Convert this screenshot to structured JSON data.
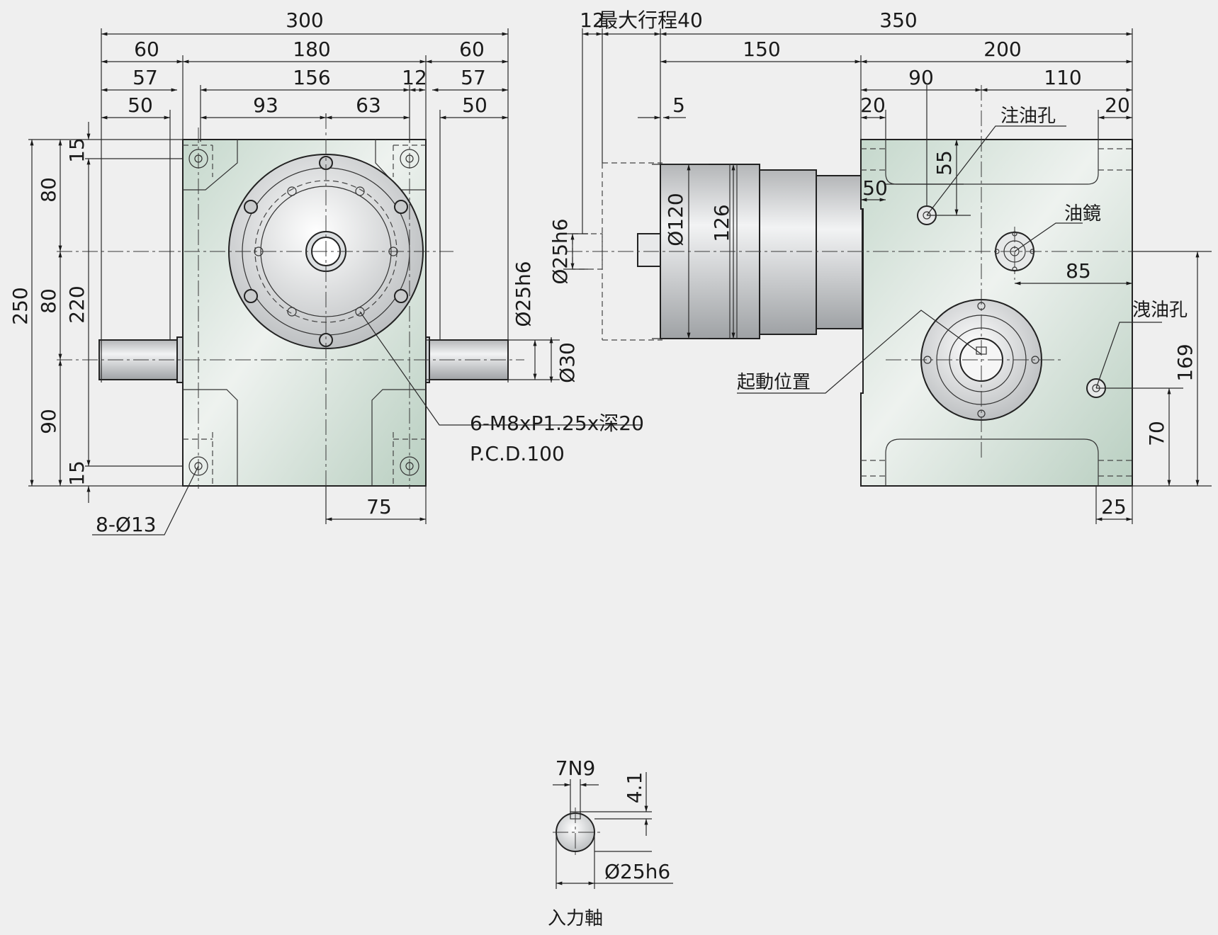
{
  "front_view": {
    "width_dims": {
      "total": "300",
      "side_left": "60",
      "middle": "180",
      "side_right": "60",
      "inner_left": "57",
      "inner_middle": "156",
      "inner_gap": "12",
      "inner_right": "57",
      "shaft_left": "50",
      "offset_left": "93",
      "offset_right": "63",
      "shaft_right": "50"
    },
    "height_dims": {
      "total": "250",
      "lower_span": "220",
      "top_hole": "15",
      "upper": "80",
      "middle": "80",
      "lower": "90",
      "bottom_hole": "15"
    },
    "shaft_dia": "Ø25h6",
    "shaft_od": "Ø30",
    "bottom_offset": "75",
    "mount_holes": "8-Ø13",
    "tap_holes_line1": "6-M8xP1.25x深20",
    "tap_holes_line2": "P.C.D.100"
  },
  "side_view": {
    "top_dims": {
      "key_gap": "12",
      "stroke": "最大行程40",
      "total": "350",
      "flange": "150",
      "body": "200",
      "left_part": "90",
      "right_part": "110",
      "margin_left": "20",
      "margin_right": "20",
      "flange_step": "5"
    },
    "labels": {
      "oil_fill": "注油孔",
      "oil_sight": "油鏡",
      "oil_drain": "洩油孔",
      "start_pos": "起動位置"
    },
    "dims": {
      "flange_dia": "Ø120",
      "flange_h": "126",
      "shaft": "Ø25h6",
      "v55": "55",
      "h50": "50",
      "h85": "85",
      "v169": "169",
      "v70": "70",
      "h25": "25"
    }
  },
  "input_shaft": {
    "title": "入力軸",
    "key_width": "7N9",
    "key_depth": "4.1",
    "dia": "Ø25h6"
  }
}
